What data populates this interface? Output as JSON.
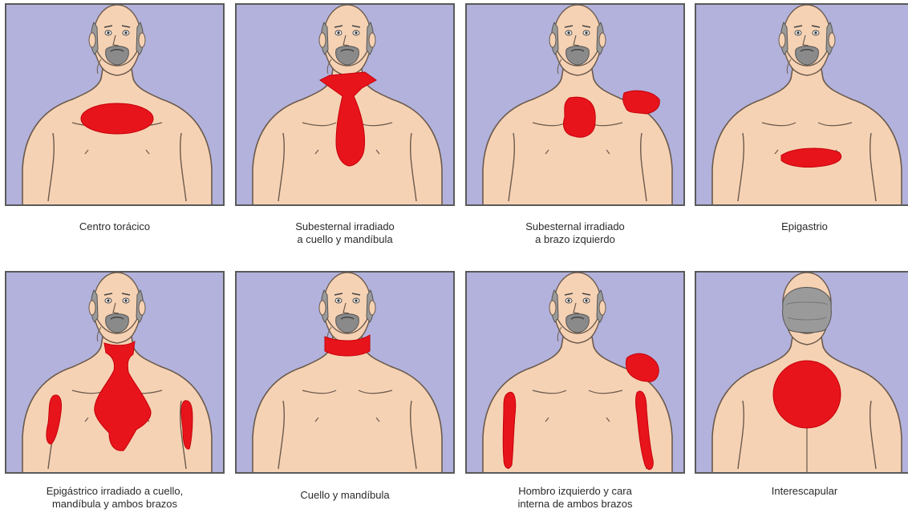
{
  "colors": {
    "background": "#b2b2dc",
    "skin": "#f6d2b4",
    "pain": "#e8141c",
    "hair": "#9a9a9a",
    "border": "#5a5a5a"
  },
  "panels": [
    {
      "caption": [
        "Centro torácico"
      ],
      "view": "front",
      "pain": "center-chest"
    },
    {
      "caption": [
        "Subesternal irradiado",
        "a cuello y mandíbula"
      ],
      "view": "front",
      "pain": "substernal-neck-jaw"
    },
    {
      "caption": [
        "Subesternal irradiado",
        "a brazo izquierdo"
      ],
      "view": "front",
      "pain": "substernal-left-arm"
    },
    {
      "caption": [
        "Epigastrio"
      ],
      "view": "front",
      "pain": "epigastric"
    },
    {
      "caption": [
        "Epigástrico irradiado a cuello,",
        "mandíbula y ambos brazos"
      ],
      "view": "front",
      "pain": "epigastric-neck-jaw-arms"
    },
    {
      "caption": [
        "Cuello y mandíbula"
      ],
      "view": "front",
      "pain": "neck-jaw"
    },
    {
      "caption": [
        "Hombro izquierdo y cara",
        "interna de ambos brazos"
      ],
      "view": "front",
      "pain": "left-shoulder-inner-arms"
    },
    {
      "caption": [
        "Interescapular"
      ],
      "view": "back",
      "pain": "interscapular"
    }
  ]
}
